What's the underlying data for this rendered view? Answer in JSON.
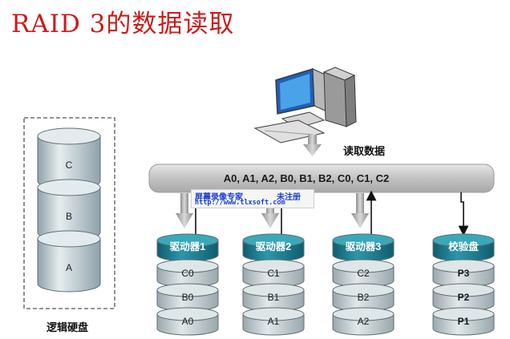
{
  "title": "RAID 3的数据读取",
  "read_label": "读取数据",
  "logical_disk_label": "逻辑硬盘",
  "logical_disk": [
    "C",
    "B",
    "A"
  ],
  "bus_text": "A0, A1, A2, B0, B1, B2, C0, C1, C2",
  "watermark": {
    "line1": "屏幕录像专家",
    "line2": "未注册",
    "url": "http://www.tlxsoft.com"
  },
  "drives": [
    {
      "name": "驱动器1",
      "blocks": [
        "C0",
        "B0",
        "A0"
      ]
    },
    {
      "name": "驱动器2",
      "blocks": [
        "C1",
        "B1",
        "A1"
      ]
    },
    {
      "name": "驱动器3",
      "blocks": [
        "C2",
        "B2",
        "A2"
      ]
    },
    {
      "name": "校验盘",
      "blocks": [
        "P3",
        "P2",
        "P1"
      ]
    }
  ],
  "colors": {
    "title": "#cc1a1a",
    "drive_header": "#1d7f93",
    "drive_block": "#c9d2d6",
    "bus": "#c5c5c5",
    "logical_disk": "#cfd9dd"
  }
}
